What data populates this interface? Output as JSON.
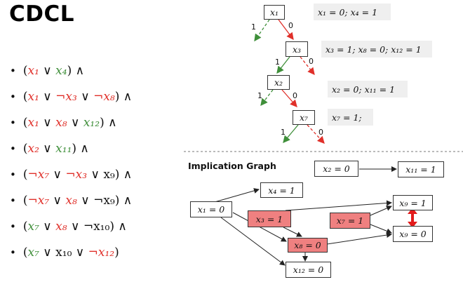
{
  "title": "CDCL",
  "clauses": [
    [
      [
        "k",
        "("
      ],
      [
        "r",
        "x₁"
      ],
      [
        "k",
        " ∨ "
      ],
      [
        "g",
        "x₄"
      ],
      [
        "k",
        ") ∧"
      ]
    ],
    [
      [
        "k",
        "("
      ],
      [
        "r",
        "x₁"
      ],
      [
        "k",
        " ∨ "
      ],
      [
        "r",
        "¬x₃"
      ],
      [
        "k",
        " ∨ "
      ],
      [
        "r",
        "¬x₈"
      ],
      [
        "k",
        ") ∧"
      ]
    ],
    [
      [
        "k",
        "("
      ],
      [
        "r",
        "x₁"
      ],
      [
        "k",
        " ∨ "
      ],
      [
        "r",
        "x₈"
      ],
      [
        "k",
        " ∨ "
      ],
      [
        "g",
        "x₁₂"
      ],
      [
        "k",
        ") ∧"
      ]
    ],
    [
      [
        "k",
        "("
      ],
      [
        "r",
        "x₂"
      ],
      [
        "k",
        " ∨ "
      ],
      [
        "g",
        "x₁₁"
      ],
      [
        "k",
        ") ∧"
      ]
    ],
    [
      [
        "k",
        "("
      ],
      [
        "r",
        "¬x₇"
      ],
      [
        "k",
        " ∨ "
      ],
      [
        "r",
        "¬x₃"
      ],
      [
        "k",
        " ∨ "
      ],
      [
        "k",
        "x₉"
      ],
      [
        "k",
        ") ∧"
      ]
    ],
    [
      [
        "k",
        "("
      ],
      [
        "r",
        "¬x₇"
      ],
      [
        "k",
        " ∨ "
      ],
      [
        "r",
        "x₈"
      ],
      [
        "k",
        " ∨ "
      ],
      [
        "k",
        "¬x₉"
      ],
      [
        "k",
        ") ∧"
      ]
    ],
    [
      [
        "k",
        "("
      ],
      [
        "g",
        "x₇"
      ],
      [
        "k",
        " ∨ "
      ],
      [
        "r",
        "x₈"
      ],
      [
        "k",
        " ∨ "
      ],
      [
        "k",
        "¬x₁₀"
      ],
      [
        "k",
        ") ∧"
      ]
    ],
    [
      [
        "k",
        "("
      ],
      [
        "g",
        "x₇"
      ],
      [
        "k",
        " ∨ "
      ],
      [
        "k",
        "x₁₀"
      ],
      [
        "k",
        " ∨ "
      ],
      [
        "r",
        "¬x₁₂"
      ],
      [
        "k",
        ")"
      ]
    ]
  ],
  "decision_tree": {
    "nodes": [
      "x₁",
      "x₃",
      "x₂",
      "x₇"
    ],
    "edge_labels": {
      "n1_left": "1",
      "n1_right": "0",
      "n3_left": "1",
      "n3_right": "0",
      "n2_left": "1",
      "n2_right": "0",
      "n7_left": "1",
      "n7_right": "0"
    },
    "notes": [
      "x₁ = 0; x₄ = 1",
      "x₃ = 1; x₈ = 0; x₁₂ = 1",
      "x₂ = 0; x₁₁ = 1",
      "x₇ = 1;"
    ]
  },
  "implication_graph": {
    "label": "Implication Graph",
    "nodes": {
      "x2": "x₂ = 0",
      "x11": "x₁₁ = 1",
      "x4": "x₄ = 1",
      "x1": "x₁ = 0",
      "x3": "x₃ = 1",
      "x8": "x₈ = 0",
      "x12": "x₁₂ = 0",
      "x7": "x₇ = 1",
      "x9a": "x₉ = 1",
      "x9b": "x₉ = 0"
    }
  },
  "colors": {
    "red": "#e0302a",
    "green": "#3f8f3a",
    "highlight": "#ef8080",
    "conflict": "#e21b1b",
    "note_bg": "#efefef"
  }
}
